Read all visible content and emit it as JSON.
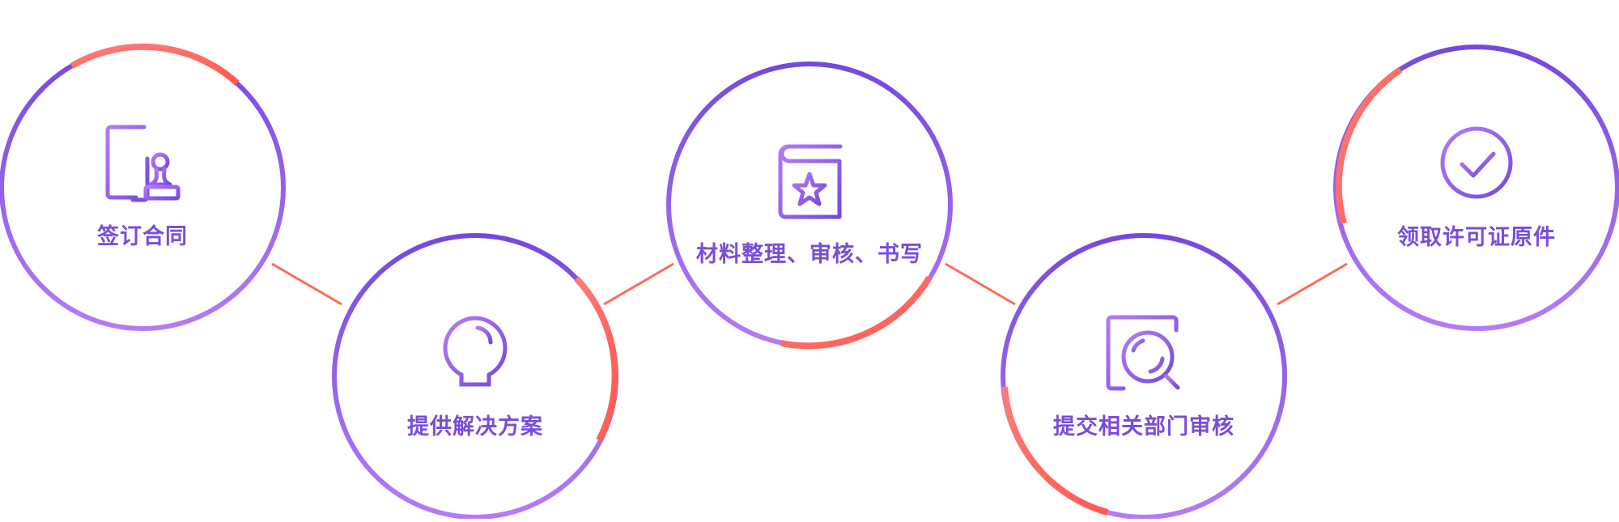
{
  "colors": {
    "purple_dark": "#7448df",
    "purple_light": "#b57bf7",
    "accent_red": "#ff5a4f",
    "accent_pink": "#ff7b7b",
    "connector": "#ff6a55",
    "label": "#7a4cdc"
  },
  "steps": [
    {
      "label": "签订合同",
      "icon": "contract-stamp-icon"
    },
    {
      "label": "提供解决方案",
      "icon": "lightbulb-icon"
    },
    {
      "label": "材料整理、审核、书写",
      "icon": "book-star-icon"
    },
    {
      "label": "提交相关部门审核",
      "icon": "document-search-icon"
    },
    {
      "label": "领取许可证原件",
      "icon": "check-circle-icon"
    }
  ]
}
